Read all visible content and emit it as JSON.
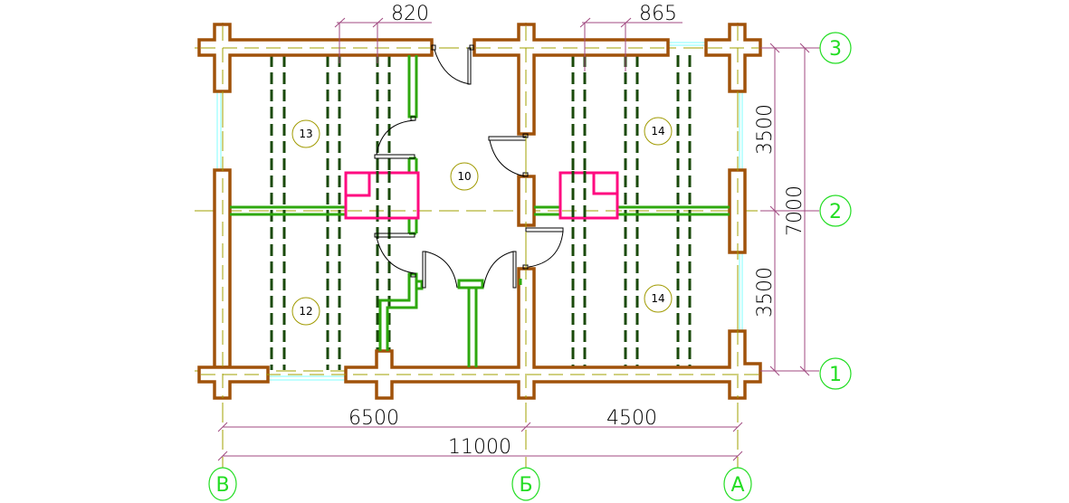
{
  "drawing": {
    "type": "floor plan (log house)",
    "colors": {
      "log_wall": "#a0520a",
      "axis_line": "#a0a000",
      "dimension_line": "#a04a80",
      "axis_bubble": "#22dd22",
      "partition": "#2ea80e",
      "floor_beam": "#1a4a0a",
      "stove": "#ff0a80",
      "window": "#80ffff",
      "room_tag": "#a09a00",
      "door": "#000000"
    },
    "axes": {
      "horizontal": [
        {
          "label": "3"
        },
        {
          "label": "2"
        },
        {
          "label": "1"
        }
      ],
      "vertical": [
        {
          "label": "В"
        },
        {
          "label": "Б"
        },
        {
          "label": "А"
        }
      ]
    },
    "dimensions": {
      "top_left_beam_spacing": "820",
      "top_right_beam_spacing": "865",
      "right_upper": "3500",
      "right_lower": "3500",
      "right_total": "7000",
      "bottom_left": "6500",
      "bottom_right": "4500",
      "bottom_total": "11000"
    },
    "rooms": [
      {
        "tag": "13"
      },
      {
        "tag": "10"
      },
      {
        "tag": "14"
      },
      {
        "tag": "12"
      },
      {
        "tag": "14"
      }
    ]
  }
}
